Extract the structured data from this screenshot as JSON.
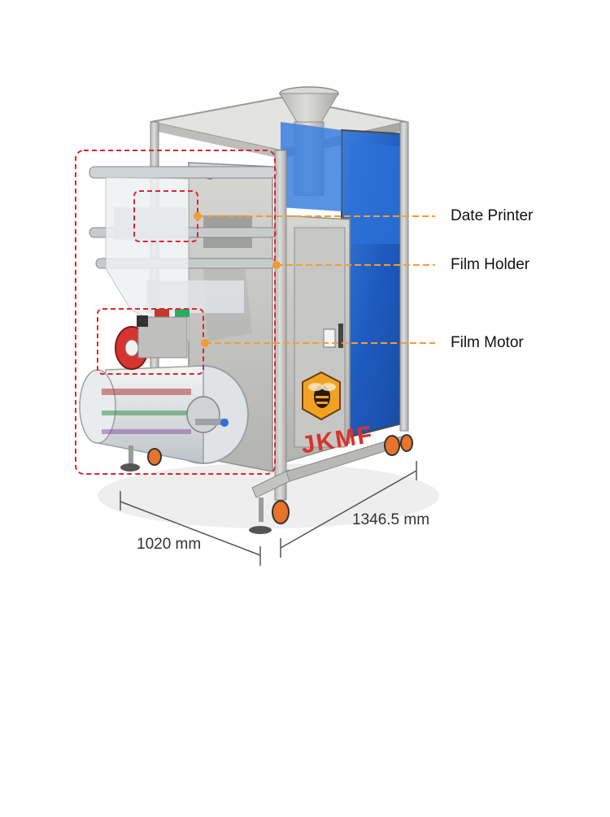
{
  "callouts": [
    {
      "id": "date-printer",
      "label": "Date Printer"
    },
    {
      "id": "film-holder",
      "label": "Film Holder"
    },
    {
      "id": "film-motor",
      "label": "Film Motor"
    }
  ],
  "dimensions": {
    "width_label": "1020 mm",
    "depth_label": "1346.5 mm"
  },
  "logo": {
    "text": "JKMF",
    "icon": "bee-icon"
  },
  "colors": {
    "callout": "#f39c34",
    "highlight_box": "#e0242f",
    "blue_panel": "#1f63c8",
    "steel": "#c9c9c6",
    "wheel": "#e8732a",
    "logo_text": "#d8322c",
    "logo_bg": "#f2a223"
  }
}
